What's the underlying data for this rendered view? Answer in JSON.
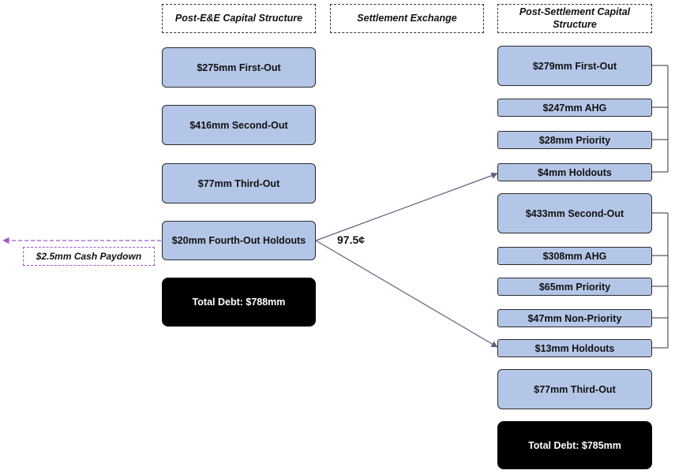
{
  "headers": {
    "left": "Post-E&E Capital Structure",
    "middle": "Settlement Exchange",
    "right": "Post-Settlement Capital Structure"
  },
  "left_column": {
    "first_out": "$275mm First-Out",
    "second_out": "$416mm Second-Out",
    "third_out": "$77mm Third-Out",
    "fourth_out": "$20mm Fourth-Out Holdouts",
    "total": "Total Debt: $788mm"
  },
  "cash_paydown": "$2.5mm Cash Paydown",
  "exchange_price": "97.5¢",
  "right_column": {
    "first_out": "$279mm First-Out",
    "first_out_ahg": "$247mm AHG",
    "first_out_priority": "$28mm Priority",
    "first_out_holdouts": "$4mm Holdouts",
    "second_out": "$433mm Second-Out",
    "second_out_ahg": "$308mm AHG",
    "second_out_priority": "$65mm Priority",
    "second_out_non_priority": "$47mm Non-Priority",
    "second_out_holdouts": "$13mm Holdouts",
    "third_out": "$77mm Third-Out",
    "total": "Total Debt: $785mm"
  },
  "colors": {
    "tranche_fill": "#b4c6e7",
    "total_fill": "#000000",
    "arrow": "#5a6478",
    "cash_arrow": "#9b59d0"
  }
}
